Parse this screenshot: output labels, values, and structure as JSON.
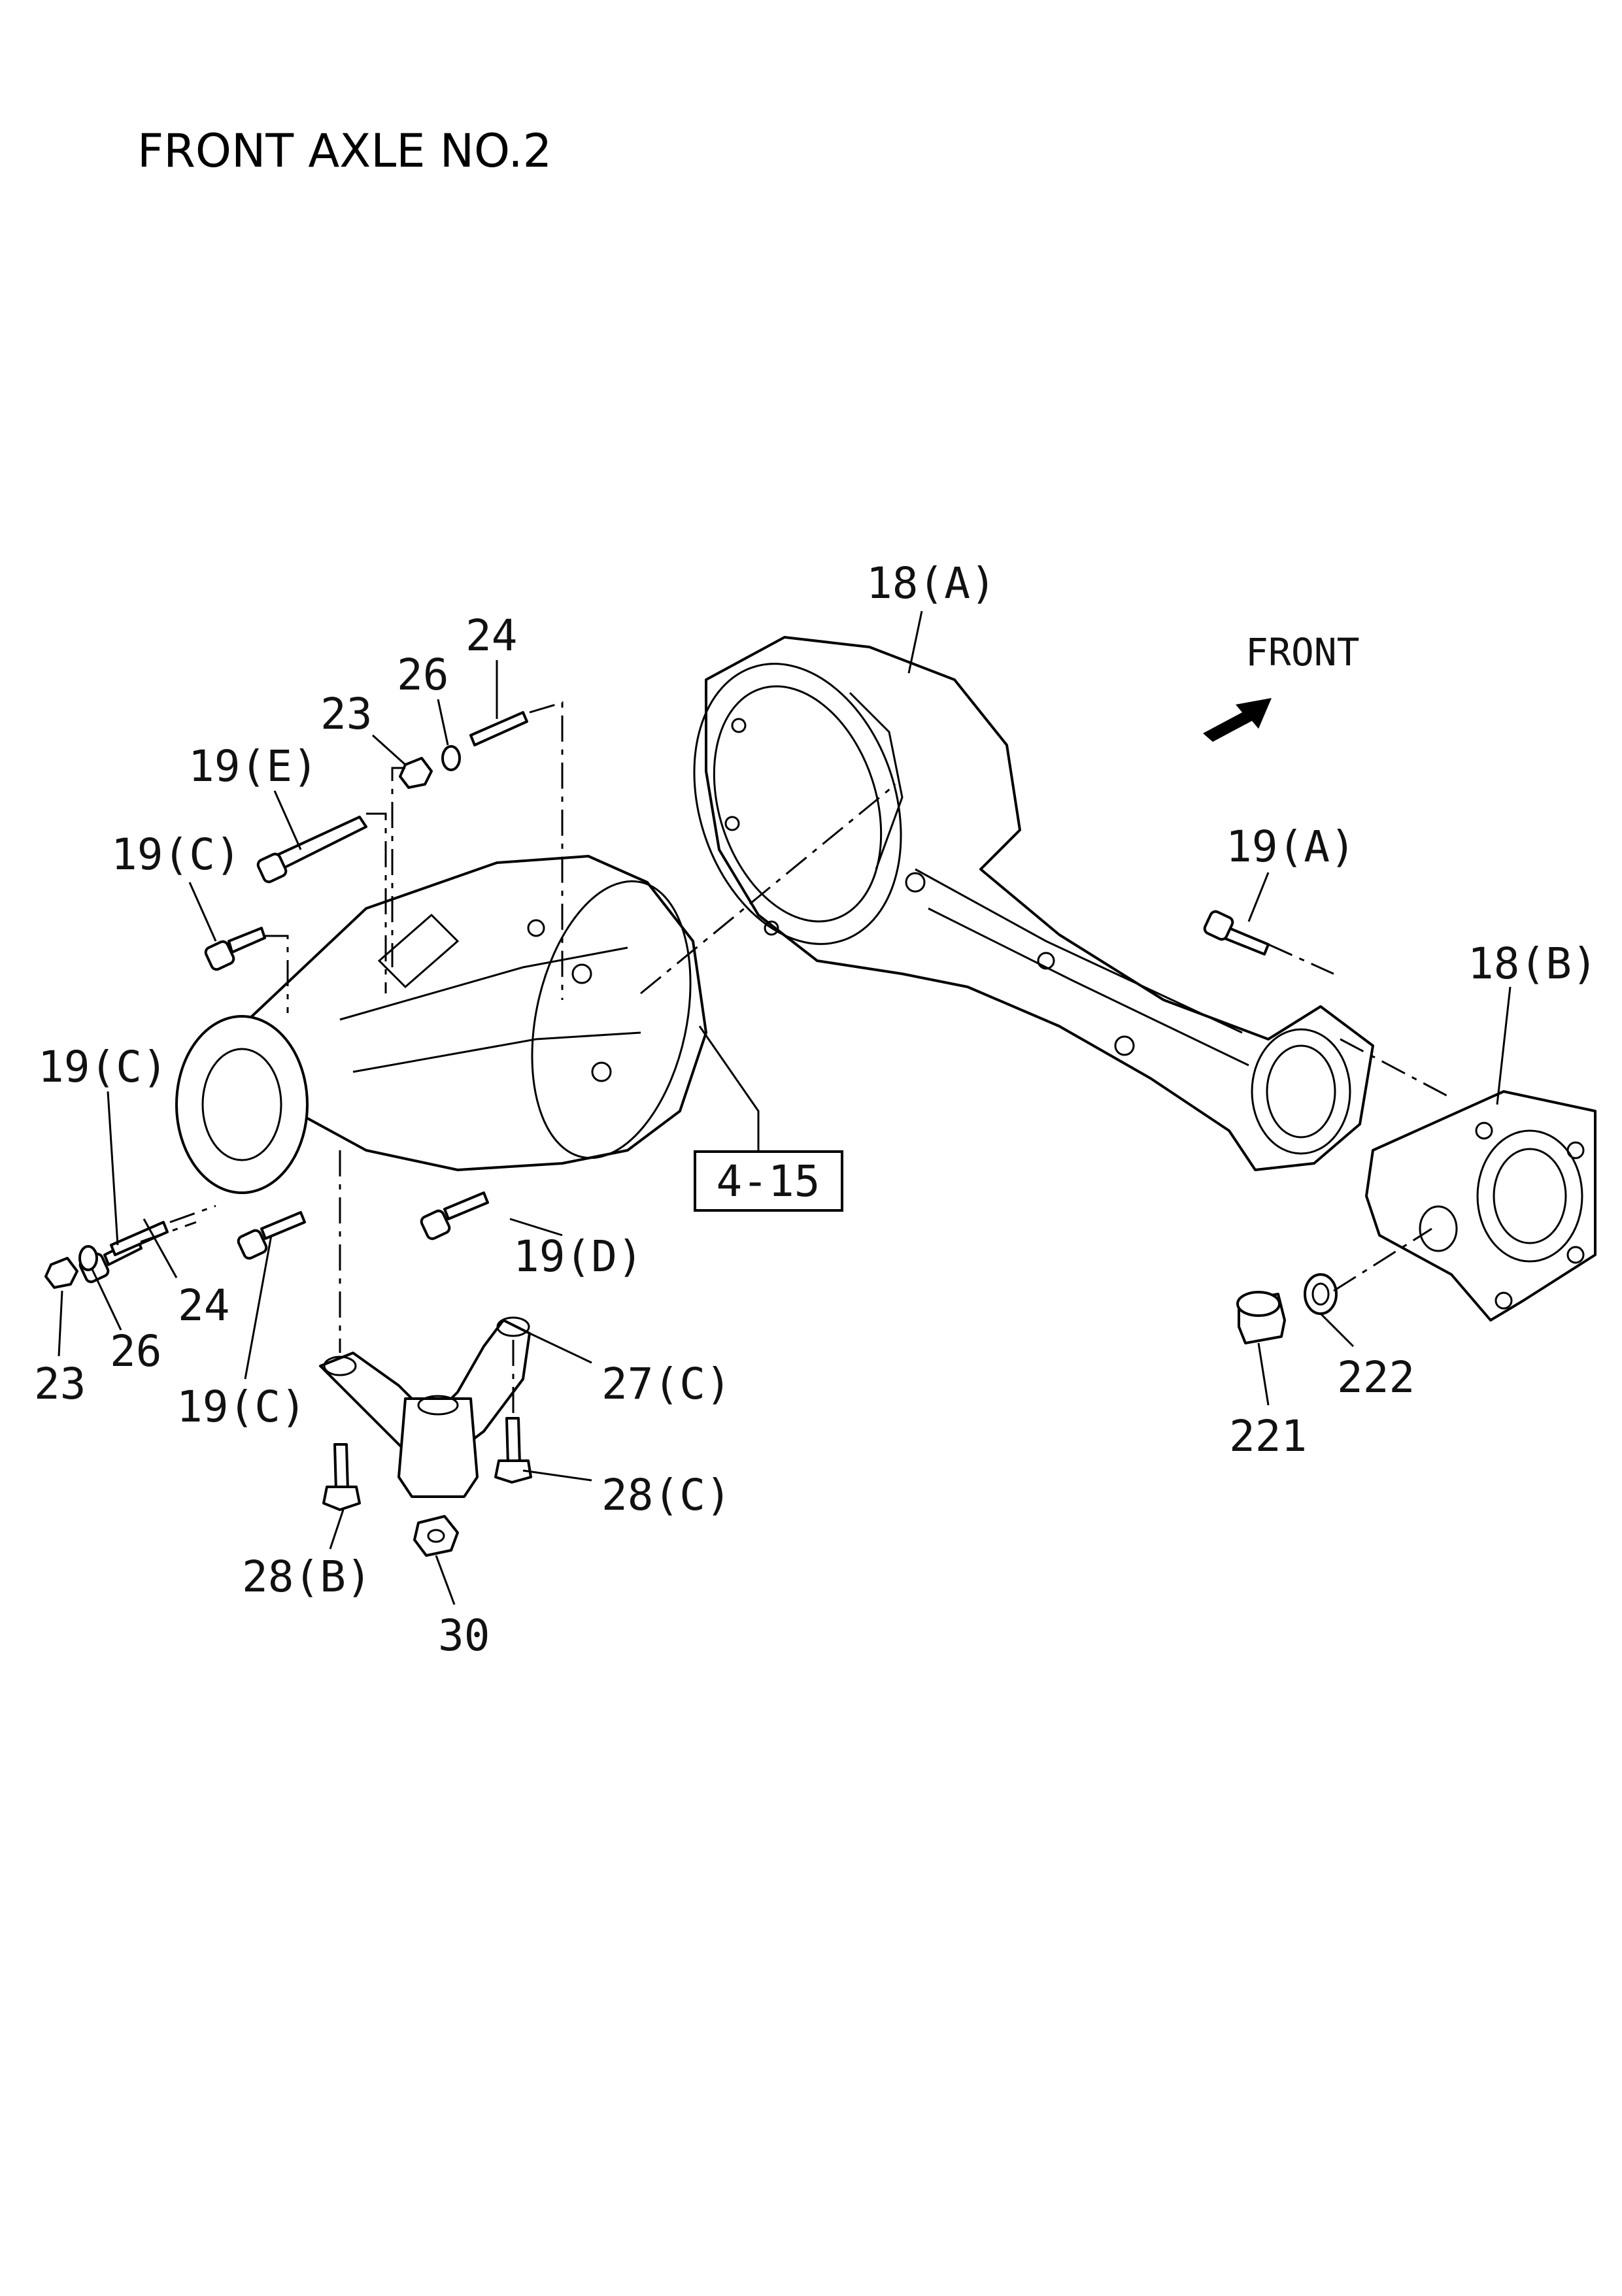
{
  "title": "FRONT AXLE NO.2",
  "direction_label": "FRONT",
  "reference_box": "4-15",
  "callouts": {
    "c18a": "18(A)",
    "c18b": "18(B)",
    "c19a": "19(A)",
    "c19c_top": "19(C)",
    "c19c_left": "19(C)",
    "c19c_bottom": "19(C)",
    "c19d": "19(D)",
    "c19e": "19(E)",
    "c23_top": "23",
    "c23_bottom": "23",
    "c24_top": "24",
    "c24_bottom": "24",
    "c26_top": "26",
    "c26_bottom": "26",
    "c27c": "27(C)",
    "c28b": "28(B)",
    "c28c": "28(C)",
    "c30": "30",
    "c221": "221",
    "c222": "222"
  },
  "icons": {
    "direction_arrow": "front-arrow-icon"
  }
}
